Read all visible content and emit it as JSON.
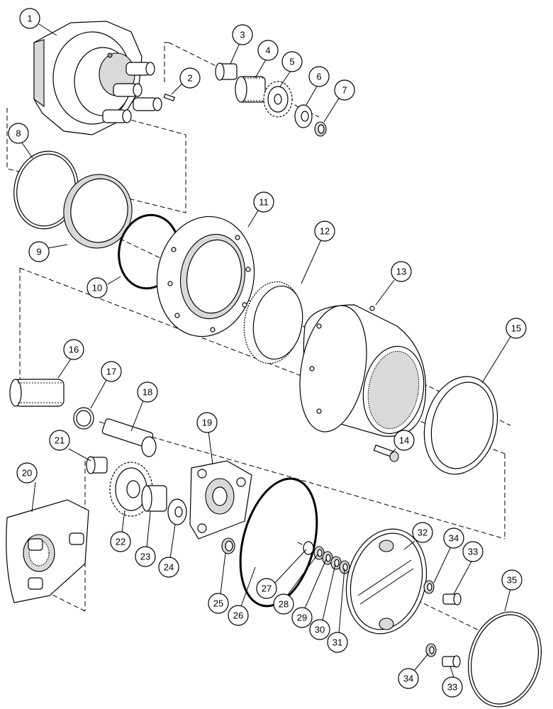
{
  "callouts": [
    {
      "label": "1"
    },
    {
      "label": "2"
    },
    {
      "label": "3"
    },
    {
      "label": "4"
    },
    {
      "label": "5"
    },
    {
      "label": "6"
    },
    {
      "label": "7"
    },
    {
      "label": "8"
    },
    {
      "label": "9"
    },
    {
      "label": "10"
    },
    {
      "label": "11"
    },
    {
      "label": "12"
    },
    {
      "label": "13"
    },
    {
      "label": "14"
    },
    {
      "label": "15"
    },
    {
      "label": "16"
    },
    {
      "label": "17"
    },
    {
      "label": "18"
    },
    {
      "label": "19"
    },
    {
      "label": "20"
    },
    {
      "label": "21"
    },
    {
      "label": "22"
    },
    {
      "label": "23"
    },
    {
      "label": "24"
    },
    {
      "label": "25"
    },
    {
      "label": "26"
    },
    {
      "label": "27"
    },
    {
      "label": "28"
    },
    {
      "label": "29"
    },
    {
      "label": "30"
    },
    {
      "label": "31"
    },
    {
      "label": "32"
    },
    {
      "label": "33"
    },
    {
      "label": "34"
    },
    {
      "label": "35"
    },
    {
      "label": "34"
    },
    {
      "label": "33"
    }
  ]
}
